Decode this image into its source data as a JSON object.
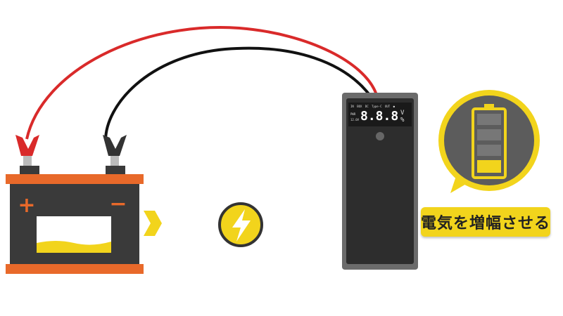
{
  "caption": "電気を増幅させる",
  "device_display": {
    "indicators": "IN BOX DC Type-C OUT ●",
    "left_label_1": "PWR",
    "left_label_2": "12.0V",
    "digits": "8.8.8",
    "unit_top": "V",
    "unit_bottom": "%"
  },
  "battery_symbols": {
    "plus": "+",
    "minus": "−"
  },
  "colors": {
    "orange": "#e8692a",
    "dark": "#3a3a3a",
    "yellow": "#f2d41c",
    "red_cable": "#d92a2a",
    "black_cable": "#111111"
  },
  "indicator_battery_level": 0.25
}
